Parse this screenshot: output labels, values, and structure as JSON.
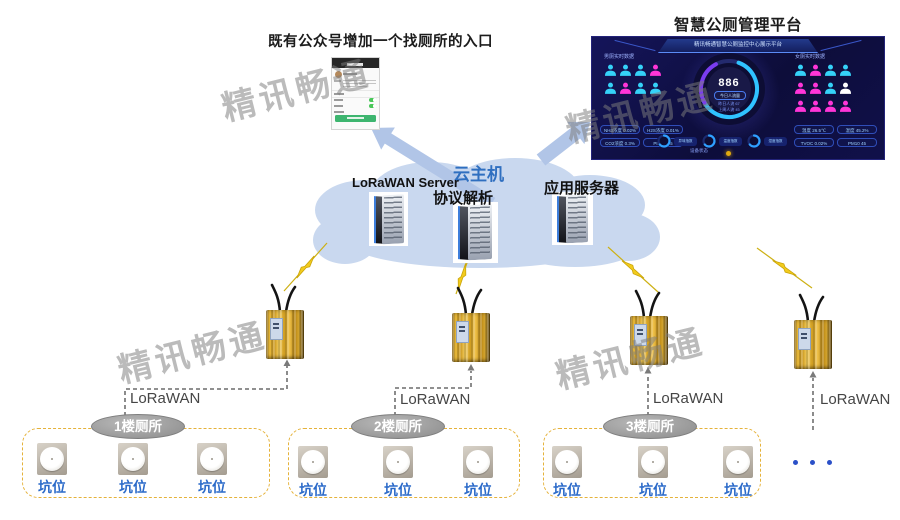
{
  "watermark": {
    "text": "精讯畅通"
  },
  "notes": {
    "wechat_entry": "既有公众号增加一个找厕所的入口",
    "platform_title": "智慧公厕管理平台"
  },
  "cloud": {
    "host_label": "云主机",
    "lorawan_server": "LoRaWAN Server",
    "protocol_parse": "协议解析",
    "app_server": "应用服务器"
  },
  "link_label": "LoRaWAN",
  "groups": [
    {
      "name": "1楼厕所",
      "stalls": [
        "坑位",
        "坑位",
        "坑位"
      ]
    },
    {
      "name": "2楼厕所",
      "stalls": [
        "坑位",
        "坑位",
        "坑位"
      ]
    },
    {
      "name": "3楼厕所",
      "stalls": [
        "坑位",
        "坑位",
        "坑位"
      ]
    }
  ],
  "dashboard": {
    "banner": "精讯畅通智慧公厕监控中心展示平台",
    "left_section": "男厕实时数据",
    "right_section": "女厕实时数据",
    "gauge": {
      "value": "886",
      "label": "今日人流量",
      "line1": "昨日人流 67",
      "line2": "上周人流 45"
    },
    "left_grid": [
      [
        "cyan",
        "cyan",
        "cyan",
        "magenta"
      ],
      [
        "cyan",
        "magenta",
        "cyan",
        "cyan"
      ]
    ],
    "right_grid": [
      [
        "cyan",
        "magenta",
        "cyan",
        "cyan"
      ],
      [
        "magenta",
        "magenta",
        "cyan",
        "white"
      ],
      [
        "magenta",
        "magenta",
        "magenta",
        "magenta"
      ]
    ],
    "left_pills": [
      "NH3浓度 0.02%",
      "H2S浓度 0.01%",
      "CO2浓度 0.3%",
      "PM2.5 35"
    ],
    "right_pills": [
      "温度 26.5℃",
      "湿度 45.2%",
      "TVOC 0.02%",
      "PM10 45"
    ],
    "mini_gauges": [
      "异味指数",
      "温度指数",
      "湿度指数"
    ],
    "status_label": "设备状态",
    "colors": {
      "cyan": "#35d2f8",
      "magenta": "#ff35d8",
      "white": "#ffffff"
    }
  }
}
